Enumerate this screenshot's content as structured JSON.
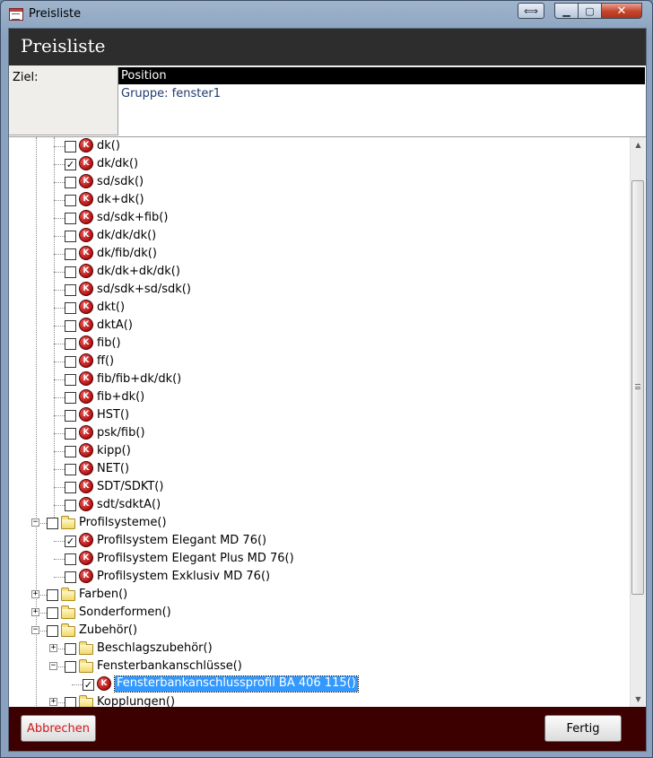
{
  "window": {
    "title": "Preisliste"
  },
  "titlebar": {
    "resize_glyph": "⟺",
    "min_glyph": "▁",
    "max_glyph": "▢",
    "close_glyph": "✕"
  },
  "header": {
    "title": "Preisliste"
  },
  "ziel": {
    "label": "Ziel:",
    "position": "Position",
    "gruppe": "Gruppe: fenster1"
  },
  "icons": {
    "k_letter": "K"
  },
  "tree": [
    {
      "label": "dk()",
      "checked": false,
      "icon": "k",
      "level": 3
    },
    {
      "label": "dk/dk()",
      "checked": true,
      "icon": "k",
      "level": 3
    },
    {
      "label": "sd/sdk()",
      "checked": false,
      "icon": "k",
      "level": 3
    },
    {
      "label": "dk+dk()",
      "checked": false,
      "icon": "k",
      "level": 3
    },
    {
      "label": "sd/sdk+fib()",
      "checked": false,
      "icon": "k",
      "level": 3
    },
    {
      "label": "dk/dk/dk()",
      "checked": false,
      "icon": "k",
      "level": 3
    },
    {
      "label": "dk/fib/dk()",
      "checked": false,
      "icon": "k",
      "level": 3
    },
    {
      "label": "dk/dk+dk/dk()",
      "checked": false,
      "icon": "k",
      "level": 3
    },
    {
      "label": "sd/sdk+sd/sdk()",
      "checked": false,
      "icon": "k",
      "level": 3
    },
    {
      "label": "dkt()",
      "checked": false,
      "icon": "k",
      "level": 3
    },
    {
      "label": "dktA()",
      "checked": false,
      "icon": "k",
      "level": 3
    },
    {
      "label": "fib()",
      "checked": false,
      "icon": "k",
      "level": 3
    },
    {
      "label": "ff()",
      "checked": false,
      "icon": "k",
      "level": 3
    },
    {
      "label": "fib/fib+dk/dk()",
      "checked": false,
      "icon": "k",
      "level": 3
    },
    {
      "label": "fib+dk()",
      "checked": false,
      "icon": "k",
      "level": 3
    },
    {
      "label": "HST()",
      "checked": false,
      "icon": "k",
      "level": 3
    },
    {
      "label": "psk/fib()",
      "checked": false,
      "icon": "k",
      "level": 3
    },
    {
      "label": "kipp()",
      "checked": false,
      "icon": "k",
      "level": 3
    },
    {
      "label": "NET()",
      "checked": false,
      "icon": "k",
      "level": 3
    },
    {
      "label": "SDT/SDKT()",
      "checked": false,
      "icon": "k",
      "level": 3
    },
    {
      "label": "sdt/sdktA()",
      "checked": false,
      "icon": "k",
      "level": 3
    },
    {
      "label": "Profilsysteme()",
      "checked": false,
      "icon": "folder",
      "level": 2,
      "expander": "−"
    },
    {
      "label": "Profilsystem Elegant MD 76()",
      "checked": true,
      "icon": "k",
      "level": 3
    },
    {
      "label": "Profilsystem Elegant Plus MD 76()",
      "checked": false,
      "icon": "k",
      "level": 3
    },
    {
      "label": "Profilsystem Exklusiv MD 76()",
      "checked": false,
      "icon": "k",
      "level": 3
    },
    {
      "label": "Farben()",
      "checked": false,
      "icon": "folder",
      "level": 2,
      "expander": "+"
    },
    {
      "label": "Sonderformen()",
      "checked": false,
      "icon": "folder",
      "level": 2,
      "expander": "+"
    },
    {
      "label": "Zubehör()",
      "checked": false,
      "icon": "folder",
      "level": 2,
      "expander": "−"
    },
    {
      "label": "Beschlagszubehör()",
      "checked": false,
      "icon": "folder",
      "level": 3,
      "expander": "+"
    },
    {
      "label": "Fensterbankanschlüsse()",
      "checked": false,
      "icon": "folder",
      "level": 3,
      "expander": "−"
    },
    {
      "label": "Fensterbankanschlussprofil BA 406 115()",
      "checked": true,
      "icon": "k",
      "level": 4,
      "selected": true
    },
    {
      "label": "Kopplungen()",
      "checked": false,
      "icon": "folder",
      "level": 3,
      "expander": "+"
    }
  ],
  "scrollbar": {
    "up_glyph": "▲",
    "down_glyph": "▼"
  },
  "footer": {
    "cancel_label": "Abbrechen",
    "done_label": "Fertig"
  }
}
